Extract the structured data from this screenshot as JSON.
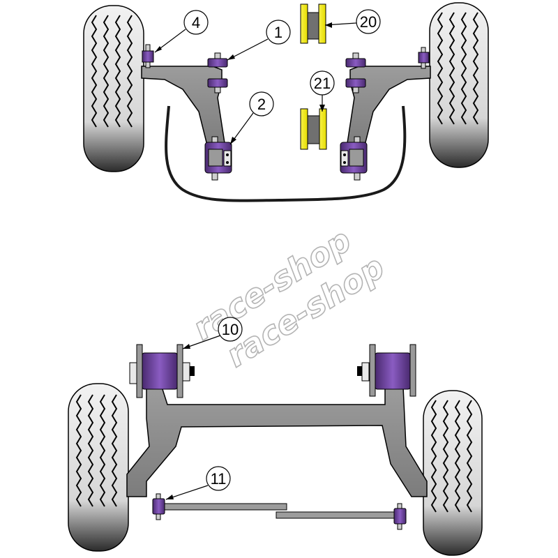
{
  "colors": {
    "tire_fill": "#e2e2e2",
    "tire_shadow": "#3a3a3a",
    "tread": "#000000",
    "arm_grey": "#8c8c8c",
    "arm_outline": "#000000",
    "bush_purple": "#6b3d9a",
    "bush_yellow": "#f3ee13",
    "bolt_grey": "#cfcfcf",
    "sway_bar": "#1a1a1a",
    "watermark_stroke": "#b4b4b4"
  },
  "callouts": [
    {
      "id": "4",
      "label": "4",
      "icon": "callout-circle"
    },
    {
      "id": "1",
      "label": "1",
      "icon": "callout-circle"
    },
    {
      "id": "20",
      "label": "20",
      "icon": "callout-circle"
    },
    {
      "id": "21",
      "label": "21",
      "icon": "callout-circle"
    },
    {
      "id": "2",
      "label": "2",
      "icon": "callout-circle"
    },
    {
      "id": "10",
      "label": "10",
      "icon": "callout-circle"
    },
    {
      "id": "11",
      "label": "11",
      "icon": "callout-circle"
    }
  ],
  "watermark": {
    "line1": "race-shop",
    "line2": "race-shop"
  }
}
